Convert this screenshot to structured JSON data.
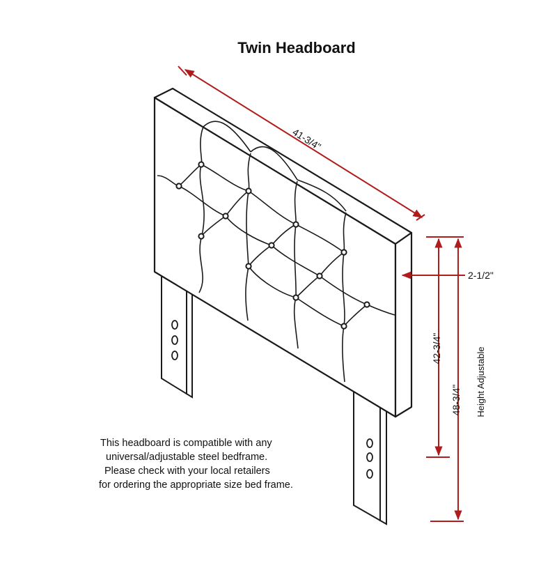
{
  "title": "Twin Headboard",
  "dimensions": {
    "width": "41-3/4\"",
    "thickness": "2-1/2\"",
    "min_height": "42-3/4\"",
    "max_height": "48-3/4\"",
    "height_note": "Height Adjustable"
  },
  "note_lines": [
    "This headboard is compatible with any",
    "universal/adjustable steel bedframe.",
    "Please check with your local retailers",
    "for ordering the appropriate size bed frame."
  ],
  "colors": {
    "dimension_line": "#b01c1c",
    "outline": "#1a1a1a"
  }
}
